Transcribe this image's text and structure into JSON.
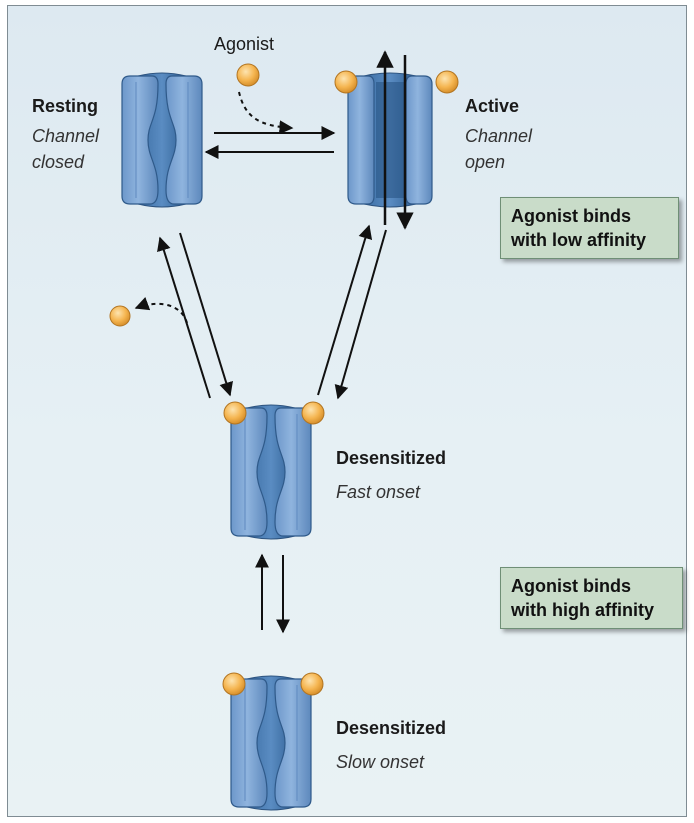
{
  "agonist_label": "Agonist",
  "states": {
    "resting": {
      "name": "Resting",
      "line1": "Channel",
      "line2": "closed"
    },
    "active": {
      "name": "Active",
      "line1": "Channel",
      "line2": "open"
    },
    "desens_fast": {
      "name": "Desensitized",
      "desc": "Fast onset"
    },
    "desens_slow": {
      "name": "Desensitized",
      "desc": "Slow onset"
    }
  },
  "notes": {
    "low": {
      "line1": "Agonist binds",
      "line2": "with low affinity"
    },
    "high": {
      "line1": "Agonist binds",
      "line2": "with high affinity"
    }
  },
  "colors": {
    "channel": "#7ea6d6",
    "channel_dark": "#4f7fb2",
    "pore": "#2f5f93",
    "agonist": "#f5b550",
    "note_fill": "#c9dcc9",
    "background": "#e3eef3"
  }
}
